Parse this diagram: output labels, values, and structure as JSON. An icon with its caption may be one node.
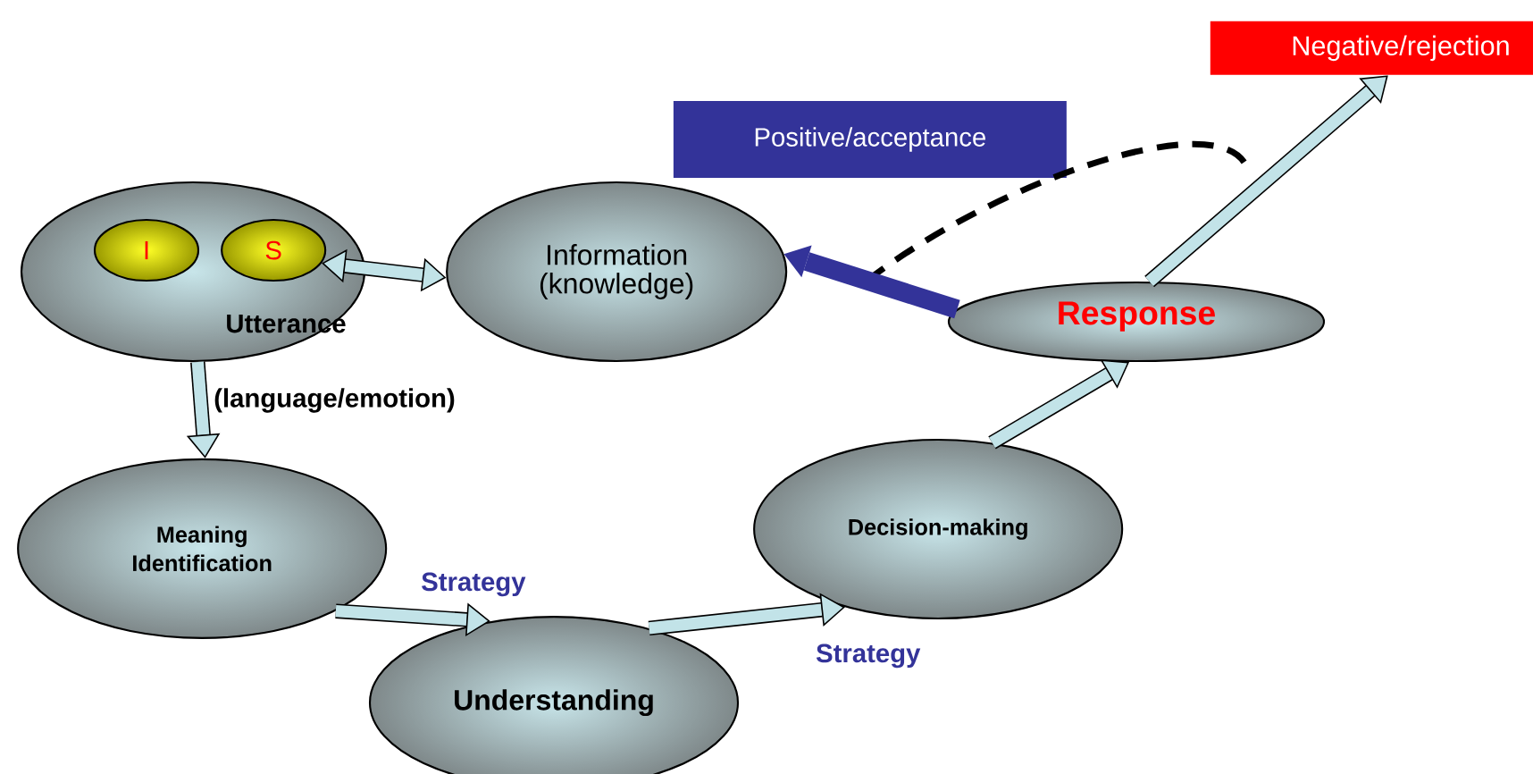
{
  "diagram": {
    "nodes": [
      {
        "text": [
          "Utterance"
        ]
      },
      {
        "text": [
          "I"
        ],
        "in": 0
      },
      {
        "text": [
          "S"
        ],
        "in": 0
      },
      {
        "text": [
          "Information (knowledge)"
        ]
      },
      {
        "text": [
          "Meaning Identification"
        ]
      },
      {
        "text": [
          "Understanding"
        ]
      },
      {
        "text": [
          "Decision-making"
        ]
      },
      {
        "text": [
          "Response"
        ]
      },
      {
        "text": [
          "Negative/rejection"
        ]
      },
      {
        "text": [
          "Positive/acceptance"
        ]
      }
    ],
    "edges": [
      {
        "from": 2,
        "to": 3,
        "arrow": "both"
      },
      {
        "from": 0,
        "to": 4,
        "arrow": "to",
        "label": "(language/emotion)"
      },
      {
        "from": 4,
        "to": 5,
        "arrow": "to",
        "label": "Strategy"
      },
      {
        "from": 5,
        "to": 6,
        "arrow": "to",
        "label": "Strategy"
      },
      {
        "from": 6,
        "to": 7,
        "arrow": "to"
      },
      {
        "from": 7,
        "to": 8,
        "arrow": "to"
      },
      {
        "from": 7,
        "to": 3,
        "arrow": "to",
        "color": "#333399"
      }
    ]
  }
}
